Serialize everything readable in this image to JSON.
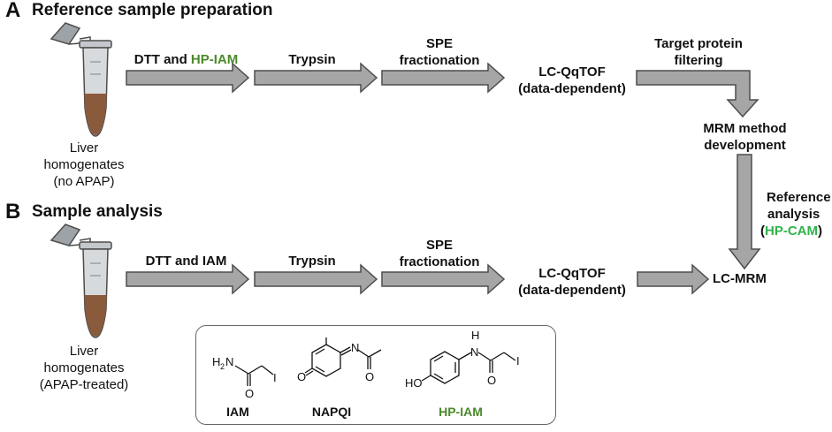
{
  "panel_a": {
    "letter": "A",
    "title": "Reference sample preparation",
    "sample_caption": [
      "Liver",
      "homogenates",
      "(no APAP)"
    ],
    "step1_prefix": "DTT and ",
    "step1_reagent": "HP-IAM",
    "step2": "Trypsin",
    "step3": [
      "SPE",
      "fractionation"
    ],
    "step4": [
      "LC-QqTOF",
      "(data-dependent)"
    ],
    "step5": [
      "Target protein",
      "filtering"
    ],
    "step6": [
      "MRM method",
      "development"
    ],
    "reference_analysis": [
      "Reference",
      "analysis"
    ],
    "reference_reagent": "HP-CAM",
    "paren_open": "(",
    "paren_close": ")"
  },
  "panel_b": {
    "letter": "B",
    "title": "Sample analysis",
    "sample_caption": [
      "Liver",
      "homogenates",
      "(APAP-treated)"
    ],
    "step1": "DTT and IAM",
    "step2": "Trypsin",
    "step3": [
      "SPE",
      "fractionation"
    ],
    "step4": [
      "LC-QqTOF",
      "(data-dependent)"
    ],
    "final": "LC-MRM"
  },
  "structures": {
    "iam": {
      "label": "IAM",
      "atoms": [
        "H",
        "2",
        "N",
        "O",
        "I"
      ]
    },
    "napqi": {
      "label": "NAPQI",
      "atoms": [
        "N",
        "O",
        "O"
      ]
    },
    "hp_iam": {
      "label": "HP-IAM",
      "atoms": [
        "H",
        "N",
        "HO",
        "O",
        "I"
      ]
    }
  },
  "colors": {
    "arrow_fill": "#a6a6a6",
    "arrow_stroke": "#4d4d4d",
    "reagent_green": "#4a8a2a",
    "reference_green": "#2fb34a",
    "tube_liquid": "#8a5a3c",
    "tube_body": "#c9cdd1"
  }
}
